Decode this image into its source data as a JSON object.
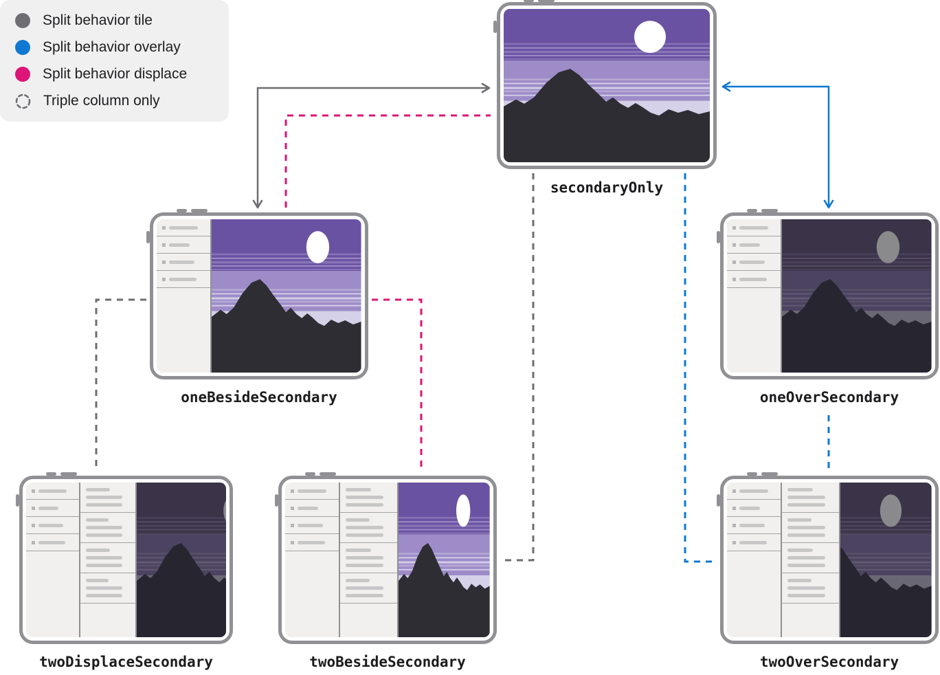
{
  "legend": {
    "items": [
      {
        "label": "Split behavior tile",
        "marker": "dot",
        "color": "#6d6d72"
      },
      {
        "label": "Split behavior overlay",
        "marker": "dot",
        "color": "#0e78d2"
      },
      {
        "label": "Split behavior displace",
        "marker": "dot",
        "color": "#dc1576"
      },
      {
        "label": "Triple column only",
        "marker": "dashed-circle",
        "color": "#6d6d72"
      }
    ]
  },
  "nodes": {
    "secondaryOnly": {
      "label": "secondaryOnly",
      "columns_shown": 0,
      "appearance": "bright"
    },
    "oneBesideSecondary": {
      "label": "oneBesideSecondary",
      "columns_shown": 1,
      "appearance": "bright"
    },
    "oneOverSecondary": {
      "label": "oneOverSecondary",
      "columns_shown": 1,
      "appearance": "dimmed"
    },
    "twoDisplaceSecondary": {
      "label": "twoDisplaceSecondary",
      "columns_shown": 2,
      "appearance": "dimmed"
    },
    "twoBesideSecondary": {
      "label": "twoBesideSecondary",
      "columns_shown": 2,
      "appearance": "bright"
    },
    "twoOverSecondary": {
      "label": "twoOverSecondary",
      "columns_shown": 2,
      "appearance": "dimmed"
    }
  },
  "edges": [
    {
      "between": [
        "oneBesideSecondary",
        "secondaryOnly"
      ],
      "behavior": "tile",
      "line": "solid",
      "color": "#6d6d72",
      "bidirectional": true
    },
    {
      "between": [
        "oneBesideSecondary",
        "secondaryOnly"
      ],
      "behavior": "displace",
      "line": "dashed",
      "color": "#dc1576",
      "bidirectional": true
    },
    {
      "between": [
        "secondaryOnly",
        "oneOverSecondary"
      ],
      "behavior": "overlay",
      "line": "solid",
      "color": "#0e78d2",
      "bidirectional": true
    },
    {
      "between": [
        "oneBesideSecondary",
        "twoDisplaceSecondary"
      ],
      "behavior": "tile",
      "line": "dashed",
      "color": "#6d6d72",
      "bidirectional": true
    },
    {
      "between": [
        "oneBesideSecondary",
        "twoBesideSecondary"
      ],
      "behavior": "displace",
      "line": "dashed",
      "color": "#dc1576",
      "bidirectional": true
    },
    {
      "between": [
        "secondaryOnly",
        "twoBesideSecondary"
      ],
      "behavior": "tile",
      "line": "dashed",
      "color": "#6d6d72",
      "bidirectional": true
    },
    {
      "between": [
        "secondaryOnly",
        "twoOverSecondary"
      ],
      "behavior": "overlay",
      "line": "dashed",
      "color": "#0e78d2",
      "bidirectional": true
    },
    {
      "between": [
        "oneOverSecondary",
        "twoOverSecondary"
      ],
      "behavior": "overlay",
      "line": "dashed",
      "color": "#0e78d2",
      "bidirectional": true
    }
  ],
  "palette": {
    "tile_gray": "#6d6d72",
    "overlay_blue": "#0e78d2",
    "displace_pink": "#dc1576",
    "device_frame": "#909095",
    "legend_background": "#f0f0f1",
    "scene_bright_sky": "#6a52a2",
    "scene_bright_horizon": "#d4d1e9",
    "scene_dim_sky": "#3b3347",
    "scene_mountain": "#2f2d34",
    "label_text": "#1c1c1e"
  }
}
